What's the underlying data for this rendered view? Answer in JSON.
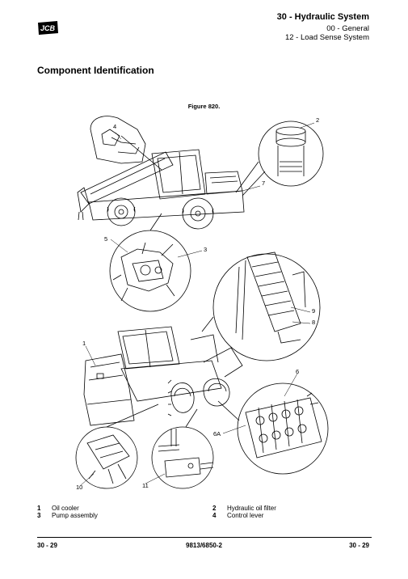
{
  "header": {
    "logo_text": "JCB",
    "title": "30 - Hydraulic System",
    "subtitle_1": "00 - General",
    "subtitle_2": "12 - Load Sense System"
  },
  "section": {
    "title": "Component Identification"
  },
  "figure": {
    "caption": "Figure 820.",
    "callouts": [
      "4",
      "2",
      "7",
      "5",
      "3",
      "9",
      "8",
      "1",
      "6",
      "6A",
      "10",
      "11"
    ]
  },
  "legend": [
    {
      "num": "1",
      "label": "Oil cooler"
    },
    {
      "num": "2",
      "label": "Hydraulic oil filter"
    },
    {
      "num": "3",
      "label": "Pump assembly"
    },
    {
      "num": "4",
      "label": "Control lever"
    }
  ],
  "footer": {
    "left": "30 - 29",
    "center": "9813/6850-2",
    "right": "30 - 29"
  }
}
